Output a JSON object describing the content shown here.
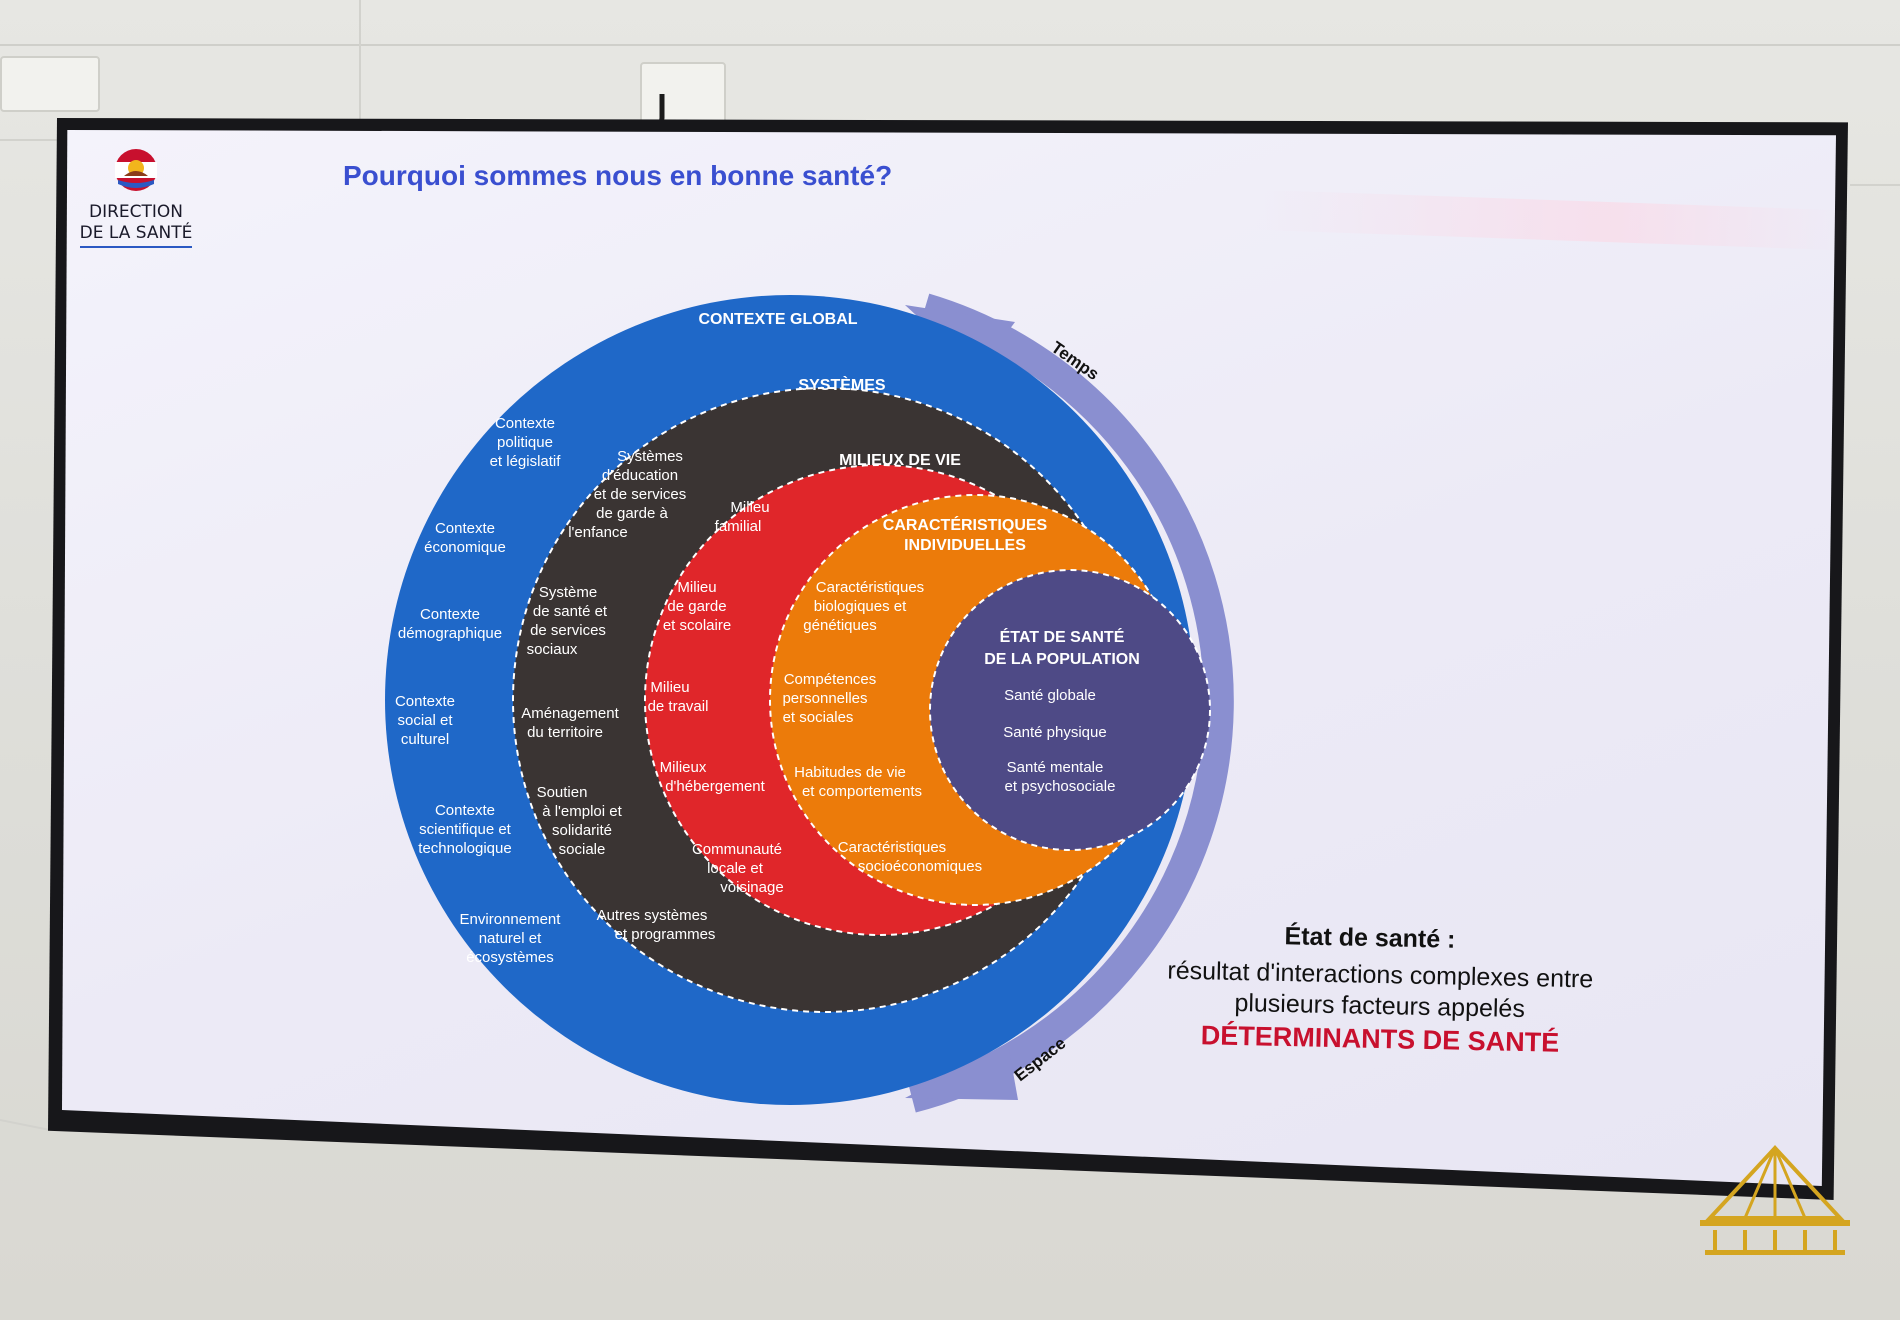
{
  "slide": {
    "title": "Pourquoi sommes nous en bonne santé?",
    "logo_text_line1": "DIRECTION",
    "logo_text_line2": "DE LA SANTÉ"
  },
  "diagram": {
    "rings": [
      {
        "label": "CONTEXTE GLOBAL",
        "color": "#1f68c8",
        "items": [
          "Contexte politique et législatif",
          "Contexte économique",
          "Contexte démographique",
          "Contexte social et culturel",
          "Contexte scientifique et technologique",
          "Environnement naturel et écosystèmes"
        ]
      },
      {
        "label": "SYSTÈMES",
        "color": "#3a3433",
        "items": [
          "Systèmes d'éducation et de services de garde à l'enfance",
          "Système de santé et de services sociaux",
          "Aménagement du territoire",
          "Soutien à l'emploi et solidarité sociale",
          "Autres systèmes et programmes"
        ]
      },
      {
        "label": "MILIEUX DE VIE",
        "color": "#e0262a",
        "items": [
          "Milieu familial",
          "Milieu de garde et scolaire",
          "Milieu de travail",
          "Milieux d'hébergement",
          "Communauté locale et voisinage"
        ]
      },
      {
        "label": "CARACTÉRISTIQUES INDIVIDUELLES",
        "color": "#ec7b0a",
        "items": [
          "Caractéristiques biologiques et génétiques",
          "Compétences personnelles et sociales",
          "Habitudes de vie et comportements",
          "Caractéristiques socioéconomiques"
        ]
      },
      {
        "label": "ÉTAT DE SANTÉ DE LA POPULATION",
        "color": "#4e4a86",
        "items": [
          "Santé globale",
          "Santé physique",
          "Santé mentale et psychosociale"
        ]
      }
    ],
    "arrow_top": "Temps",
    "arrow_bottom": "Espace"
  },
  "note": {
    "heading": "État de santé :",
    "body_line1": "résultat d'interactions complexes entre",
    "body_line2": "plusieurs facteurs appelés",
    "emphasis": "DÉTERMINANTS DE SANTÉ"
  }
}
